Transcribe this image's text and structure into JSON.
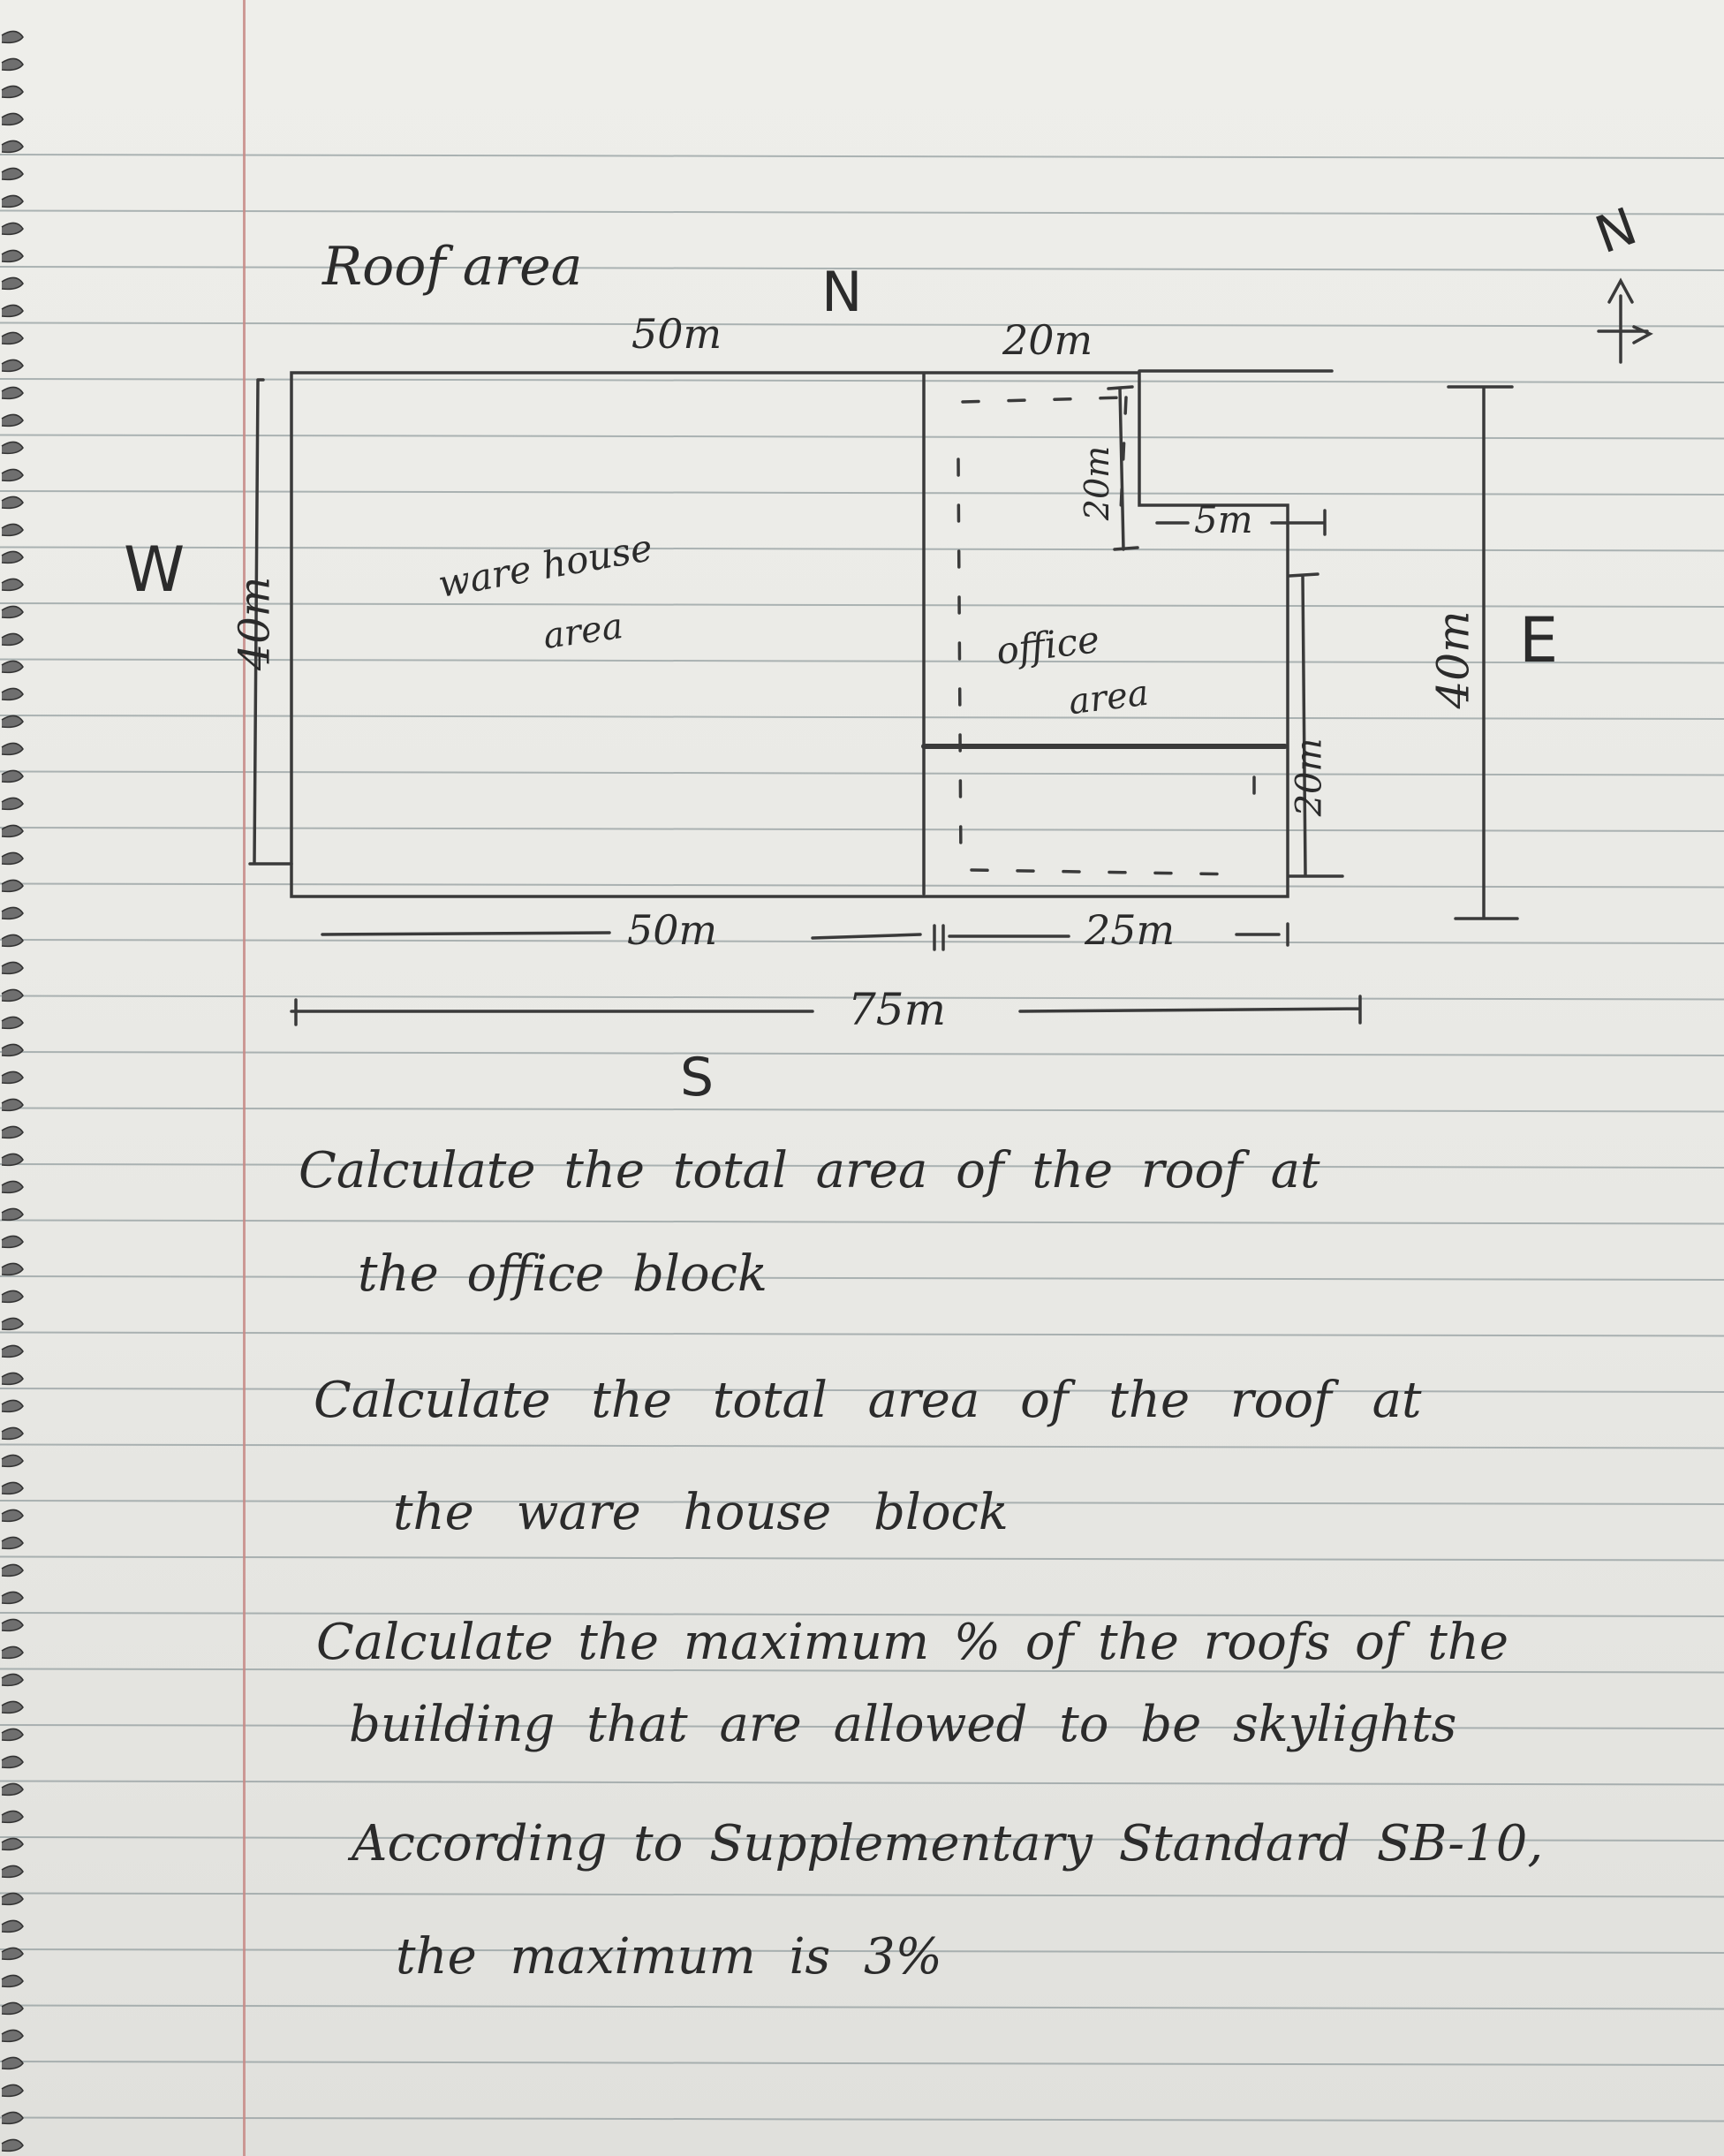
{
  "sketch": {
    "title": "Roof area",
    "compass": {
      "north": "N",
      "south": "S",
      "east": "E",
      "west": "W",
      "arrow_label": "N"
    },
    "labels": {
      "top_warehouse": "50m",
      "top_office": "20m",
      "office_notch_height": "20m",
      "notch_width": "5m",
      "right_lower_height": "20m",
      "left_height": "40m",
      "right_total_height": "40m",
      "bottom_warehouse": "50m",
      "bottom_office": "25m",
      "overall_width": "75m"
    },
    "warehouse_label": [
      "ware house",
      "area"
    ],
    "office_label": [
      "office",
      "area"
    ]
  },
  "questions": [
    {
      "lines": [
        "Calculate the total area of the roof at",
        "the office block"
      ]
    },
    {
      "lines": [
        "Calculate the total area of the roof at",
        "the ware house block"
      ]
    },
    {
      "lines": [
        "Calculate the maximum % of the roofs of the",
        "building that are allowed to be skylights"
      ]
    }
  ],
  "note": [
    "According to Supplementary Standard SB-10,",
    "the maximum is 3%"
  ]
}
